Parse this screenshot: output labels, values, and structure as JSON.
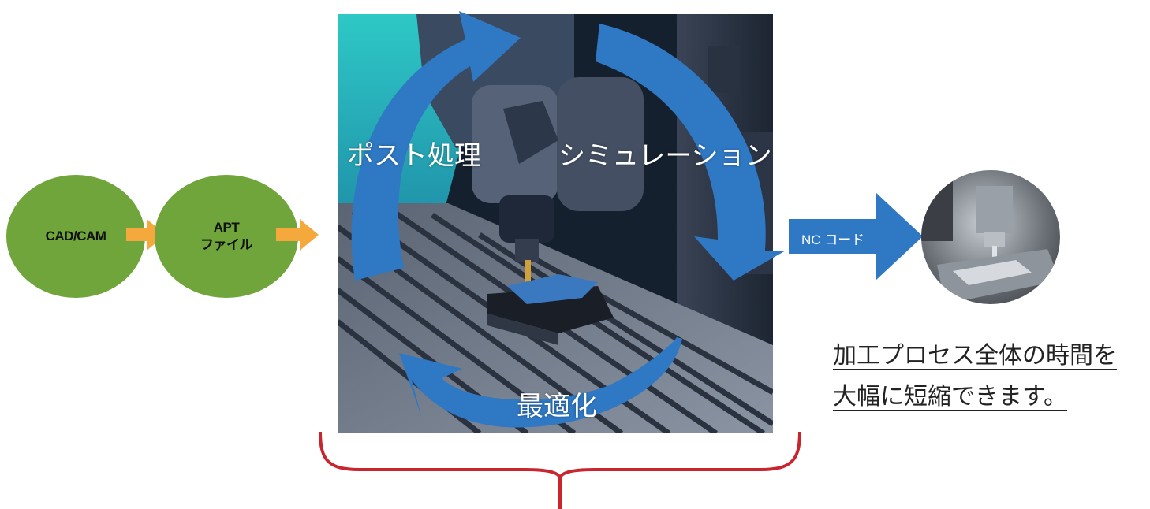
{
  "nodes": {
    "cad_cam": "CAD/CAM",
    "apt_file": "APT\nファイル"
  },
  "cycle": {
    "post": "ポスト処理",
    "simulation": "シミュレーション",
    "optimize": "最適化"
  },
  "output": {
    "nc_code": "NC コード"
  },
  "summary": {
    "line1": "加工プロセス全体の時間を",
    "line2": "大幅に短縮できます。"
  },
  "colors": {
    "node_fill": "#6fa53a",
    "flow_arrow": "#f5a93c",
    "cycle_arrow": "#2f78c4",
    "bracket": "#c8252e"
  }
}
